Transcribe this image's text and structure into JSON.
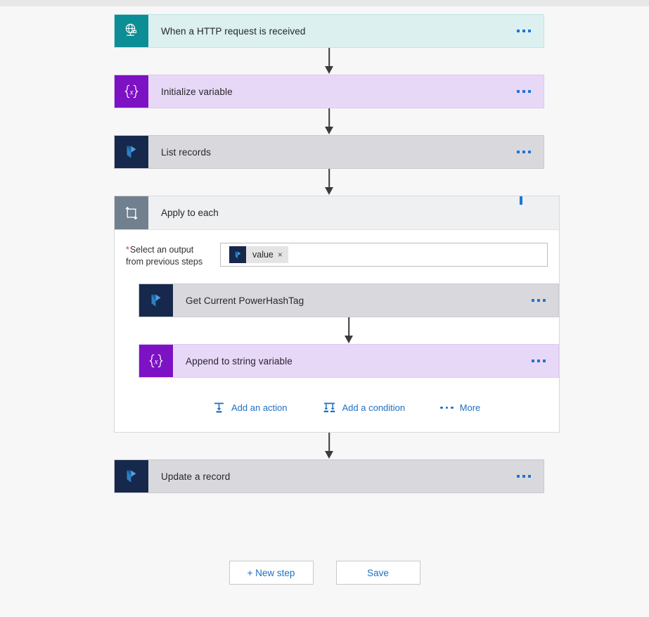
{
  "colors": {
    "canvas_bg": "#f7f7f7",
    "top_strip": "#e8e8e8",
    "trigger_body": "#dcf0f0",
    "trigger_icon": "#0d8e96",
    "variable_body": "#e8d8f8",
    "variable_icon": "#7d11c4",
    "dynamics_body": "#d9d9dd",
    "dynamics_icon": "#16284c",
    "scope_header": "#eef0f2",
    "scope_icon": "#71808f",
    "link_blue": "#1f6fc4",
    "required_red": "#cf3b3b",
    "connector": "#3b3b3b"
  },
  "flow": {
    "trigger": {
      "title": "When a HTTP request is received",
      "icon": "http-request-globe-icon",
      "menu": "overflow-menu"
    },
    "steps": [
      {
        "title": "Initialize variable",
        "icon": "variable-braces-icon",
        "type": "variable"
      },
      {
        "title": "List records",
        "icon": "dynamics365-icon",
        "type": "dynamics"
      }
    ],
    "scope": {
      "title": "Apply to each",
      "icon": "loop-icon",
      "field": {
        "required_marker": "*",
        "label_line1": "Select an output",
        "label_line2": "from previous steps",
        "token": {
          "text": "value",
          "remove": "×",
          "icon": "dynamics365-icon"
        }
      },
      "inner_steps": [
        {
          "title": "Get Current PowerHashTag",
          "icon": "dynamics365-icon",
          "type": "dynamics"
        },
        {
          "title": "Append to string variable",
          "icon": "variable-braces-icon",
          "type": "variable"
        }
      ],
      "links": [
        {
          "label": "Add an action",
          "icon": "add-action-icon"
        },
        {
          "label": "Add a condition",
          "icon": "add-condition-icon"
        },
        {
          "label": "More",
          "icon": "more-dots-icon"
        }
      ]
    },
    "final_step": {
      "title": "Update a record",
      "icon": "dynamics365-icon",
      "type": "dynamics"
    }
  },
  "footer": {
    "new_step_label": "+ New step",
    "save_label": "Save"
  }
}
